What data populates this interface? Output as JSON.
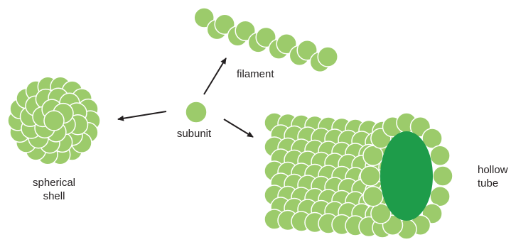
{
  "labels": {
    "subunit": "subunit",
    "filament": "filament",
    "spherical_line1": "spherical",
    "spherical_line2": "shell",
    "hollow_line1": "hollow",
    "hollow_line2": "tube"
  },
  "colors": {
    "subunit_fill": "#9ccb6b",
    "subunit_stroke": "#ffffff",
    "tube_lumen": "#1e9c4a",
    "arrow": "#231f20",
    "text": "#231f20"
  }
}
